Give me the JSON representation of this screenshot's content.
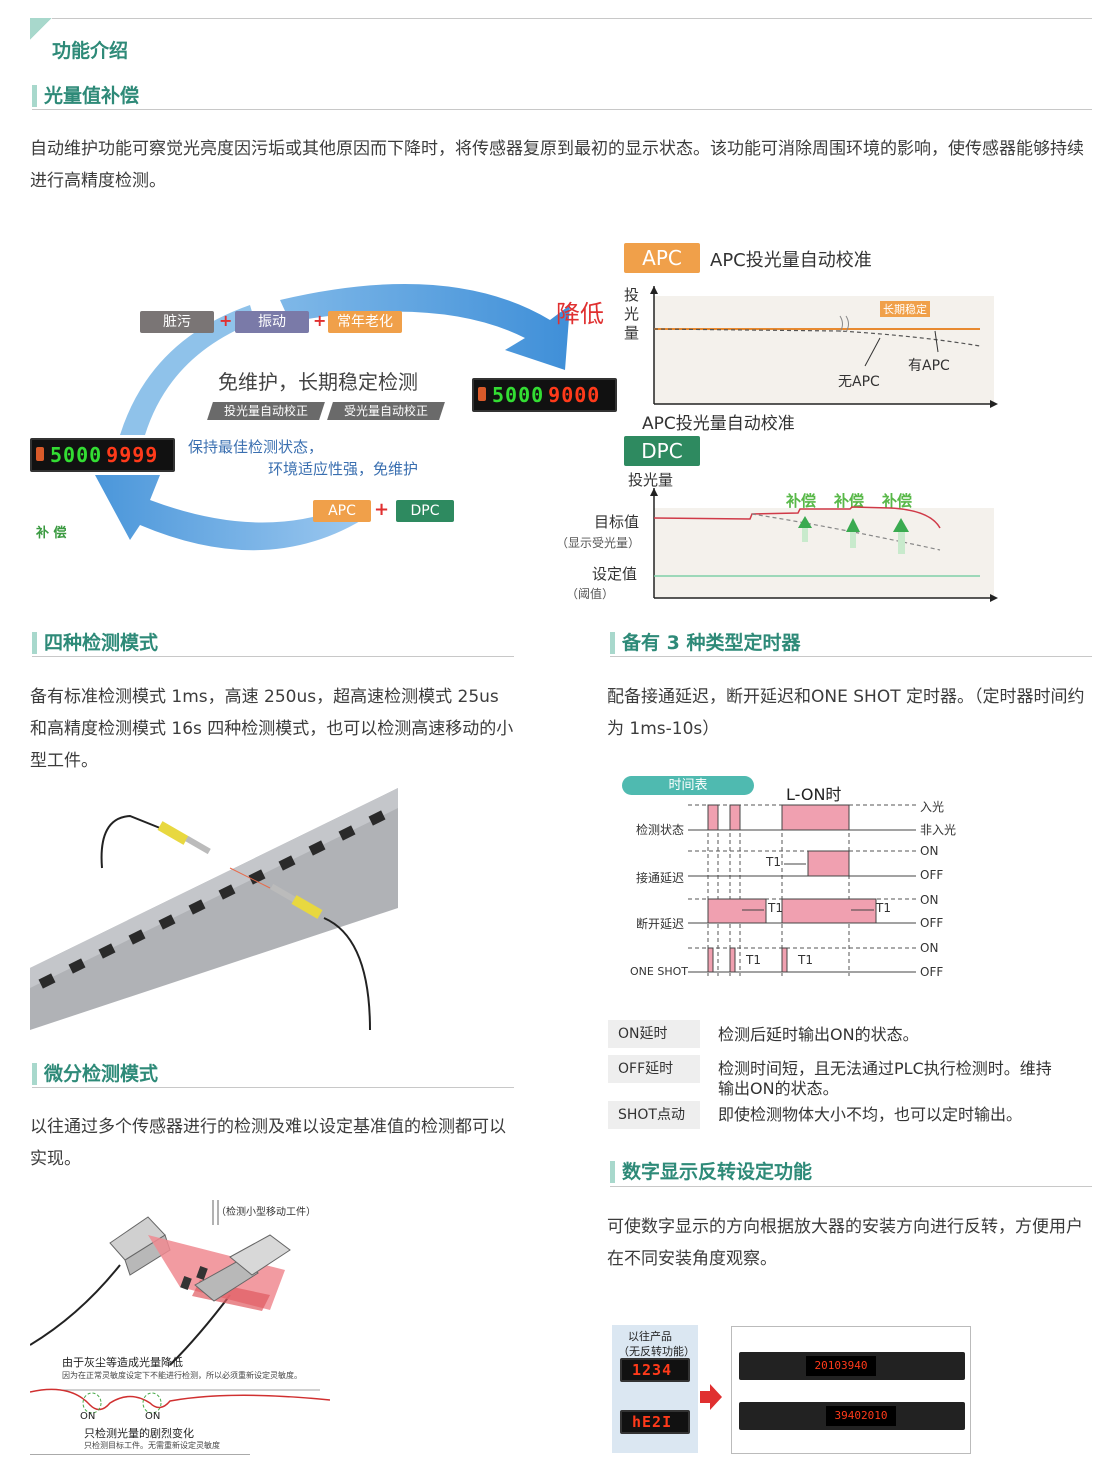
{
  "header": {
    "title": "功能介绍"
  },
  "sections": {
    "light": {
      "title": "光量值补偿",
      "text": "自动维护功能可察觉光亮度因污垢或其他原因而下降时，将传感器复原到最初的显示状态。该功能可消除周围环境的影响，使传感器能够持续进行高精度检测。"
    },
    "modes": {
      "title": "四种检测模式",
      "text": "备有标准检测模式 1ms，高速 250us，超高速检测模式 25us 和高精度检测模式 16s 四种检测模式，也可以检测高速移动的小型工件。"
    },
    "timer": {
      "title": "备有 3 种类型定时器",
      "text": "配备接通延迟，断开延迟和ONE SHOT 定时器。（定时器时间约为 1ms-10s）"
    },
    "diff": {
      "title": "微分检测模式",
      "text": "以往通过多个传感器进行的检测及难以设定基准值的检测都可以实现。"
    },
    "digital": {
      "title": "数字显示反转设定功能",
      "text": "可使数字显示的方向根据放大器的安装方向进行反转，方便用户在不同安装角度观察。"
    }
  },
  "cycle": {
    "dirt": "脏污",
    "vibration": "振动",
    "aging": "常年老化",
    "plus": "+",
    "headline": "免维护，长期稳定检测",
    "tag1": "投光量自动校正",
    "tag2": "受光量自动校正",
    "note1": "保持最佳检测状态，",
    "note2": "环境适应性强，免维护",
    "apc": "APC",
    "dpc": "DPC",
    "decrease": "降低",
    "compensate": "补 偿",
    "lcd_left_a": "5000",
    "lcd_left_b": "9999",
    "lcd_right_a": "5000",
    "lcd_right_b": "9000"
  },
  "apc_chart": {
    "badge": "APC",
    "title": "APC投光量自动校准",
    "ylabel": "投光量",
    "stable": "长期稳定",
    "with_apc": "有APC",
    "without_apc": "无APC",
    "caption": "APC投光量自动校准"
  },
  "dpc_chart": {
    "badge": "DPC",
    "ylabel": "投光量",
    "comp1": "补偿",
    "comp2": "补偿",
    "comp3": "补偿",
    "target": "目标值",
    "target_sub": "（显示受光量）",
    "setpoint": "设定值",
    "setpoint_sub": "（阈值）"
  },
  "timing": {
    "badge": "时间表",
    "header": "L-ON时",
    "rows": [
      "检测状态",
      "接通延迟",
      "断开延迟",
      "ONE SHOT"
    ],
    "in_light": "入光",
    "no_light": "非入光",
    "on": "ON",
    "off": "OFF",
    "t1": "T1"
  },
  "timer_table": [
    {
      "label": "ON延时",
      "desc": "检测后延时输出ON的状态。"
    },
    {
      "label": "OFF延时",
      "desc": "检测时间短，且无法通过PLC执行检测时。维持输出ON的状态。"
    },
    {
      "label": "SHOT点动",
      "desc": "即使检测物体大小不均，也可以定时输出。"
    }
  ],
  "diff_image": {
    "caption": "（检测小型移动工件）",
    "note1": "由于灰尘等造成光量降低",
    "note1_sub": "因为在正常灵敏度设定下不能进行检测，所以必须重新设定灵敏度。",
    "on1": "ON",
    "on2": "ON",
    "note2": "只检测光量的剧烈变化",
    "note2_sub": "只检测目标工件。无需重新设定灵敏度"
  },
  "digital_image": {
    "old_label1": "以往产品",
    "old_label2": "（无反转功能）",
    "old_lcd1": "1234",
    "old_lcd2": "hE2I",
    "new_lcd1": "20103940",
    "new_lcd2": "39402010"
  },
  "colors": {
    "accent": "#2e8a78",
    "orange": "#f0a04a",
    "green": "#2e8a60",
    "red": "#e03030"
  }
}
